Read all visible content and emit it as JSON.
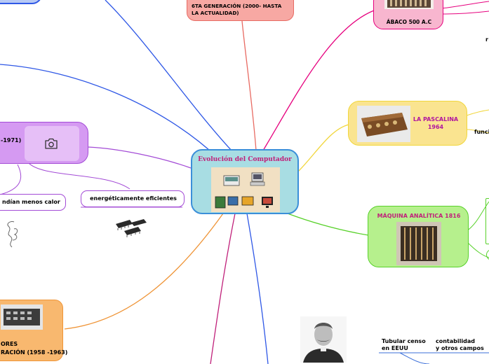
{
  "center": {
    "title": "Evolución del Computador"
  },
  "nodes": {
    "sixth_gen": "6TA GENERACIÓN (2000- HASTA LA ACTUALIDAD)",
    "abaco": "ÁBACO 500 A.C",
    "pascalina": "LA PASCALINA 1964",
    "maquina": "MÁQUINA ANALÍTICA 1816",
    "third_gen": "-1971)",
    "second_gen_top": "ORES",
    "second_gen_bottom": "RACIÓN (1958 -1963)"
  },
  "leaves": {
    "energy": "energéticamente eficientes",
    "heat": "ndían menos calor",
    "funcio": "funcio",
    "tabulador_1": "Tubular censo",
    "tabulador_2": "en EEUU",
    "contab_1": "contabilidad",
    "contab_2": "y otros campos"
  },
  "colors": {
    "center_fill": "#a8dde3",
    "center_border": "#3b8fd9",
    "center_title": "#c0207a",
    "sixth_fill": "#f7a8a3",
    "sixth_border": "#e86b63",
    "abaco_fill": "#f8b6cf",
    "abaco_border": "#e6007e",
    "pascal_fill": "#fae490",
    "pascal_border": "#f1d63a",
    "pascal_text": "#b0169f",
    "maquina_fill": "#b6f08d",
    "maquina_border": "#58d12a",
    "maquina_text": "#c0207a",
    "third_fill": "#d59af2",
    "third_border": "#a34bd6",
    "second_fill": "#f8b86f",
    "second_border": "#ef9436"
  },
  "icons": [
    "camera-icon",
    "computers-image",
    "abacus-image",
    "pascaline-image",
    "analytical-engine-image",
    "chips-image",
    "smoke-icon",
    "portrait-image",
    "punchcard-machine-image"
  ]
}
